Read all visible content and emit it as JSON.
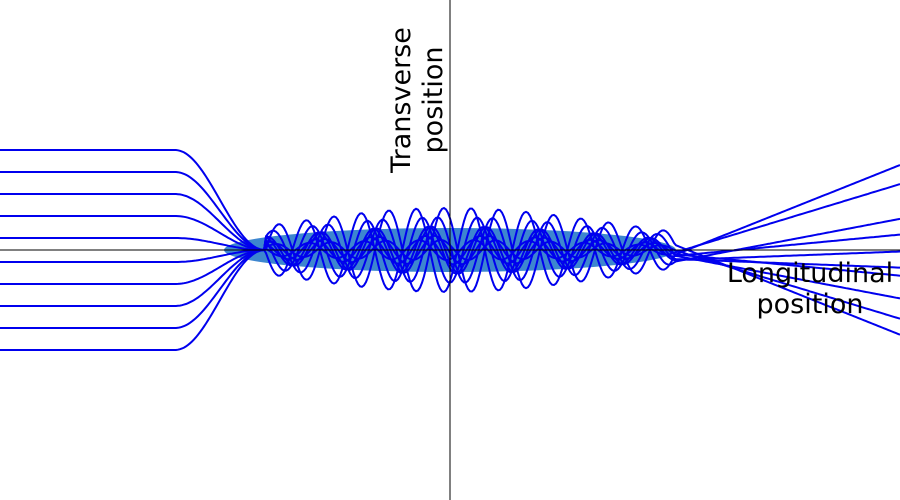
{
  "labels": {
    "transverse_line1": "Transverse",
    "transverse_line2": "position",
    "longitudinal_line1": "Longitudinal",
    "longitudinal_line2": "position"
  },
  "colors": {
    "trajectory": "#0000ee",
    "plasma": "#3d86cf",
    "axis": "#000000",
    "background": "#ffffff"
  }
}
